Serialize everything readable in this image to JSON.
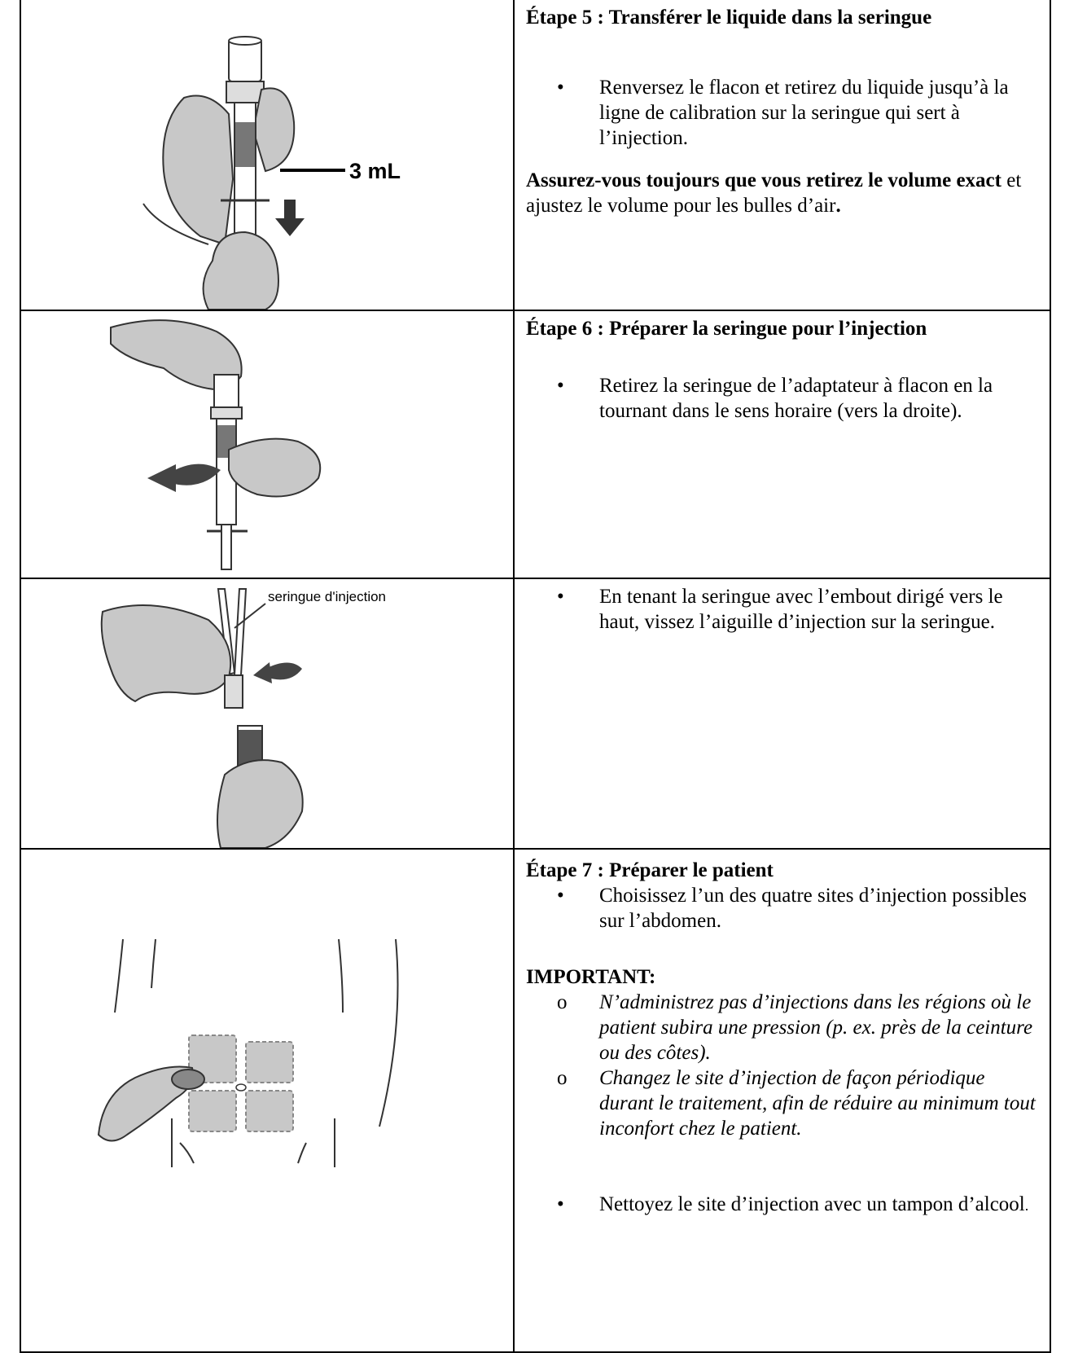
{
  "steps": [
    {
      "title": "Étape 5 : Transférer le liquide dans la seringue",
      "bullets": [
        "Renversez le flacon et retirez du liquide jusqu’à la ligne de calibration sur la seringue qui sert à l’injection."
      ],
      "note_bold": "Assurez-vous toujours que vous retirez le volume exact",
      "note_rest": " et ajustez le volume pour les bulles d’air",
      "note_end": ".",
      "image_label": "3 mL"
    },
    {
      "title": "Étape 6 : Préparer la seringue pour l’injection",
      "bullets": [
        "Retirez la seringue de l’adaptateur à flacon en la tournant dans le sens horaire (vers la droite)."
      ]
    },
    {
      "title": "",
      "bullets": [
        "En tenant la seringue avec l’embout dirigé vers le haut, vissez l’aiguille d’injection sur la seringue."
      ],
      "image_label": "seringue d'injection"
    },
    {
      "title": "Étape 7 : Préparer le patient",
      "bullets": [
        "Choisissez l’un des quatre sites d’injection possibles sur l’abdomen."
      ],
      "important_heading": "IMPORTANT:",
      "important_items": [
        "N’administrez pas d’injections dans les régions où le patient subira une pression (p. ex. près de la ceinture ou des côtes).",
        "Changez le site d’injection de façon périodique durant le traitement, afin de réduire au minimum tout inconfort chez le patient."
      ],
      "final_bullet": "Nettoyez le site d’injection avec un tampon d’alcool",
      "final_bullet_end": "."
    }
  ],
  "glyphs": {
    "bullet": "•",
    "circle": "o"
  }
}
